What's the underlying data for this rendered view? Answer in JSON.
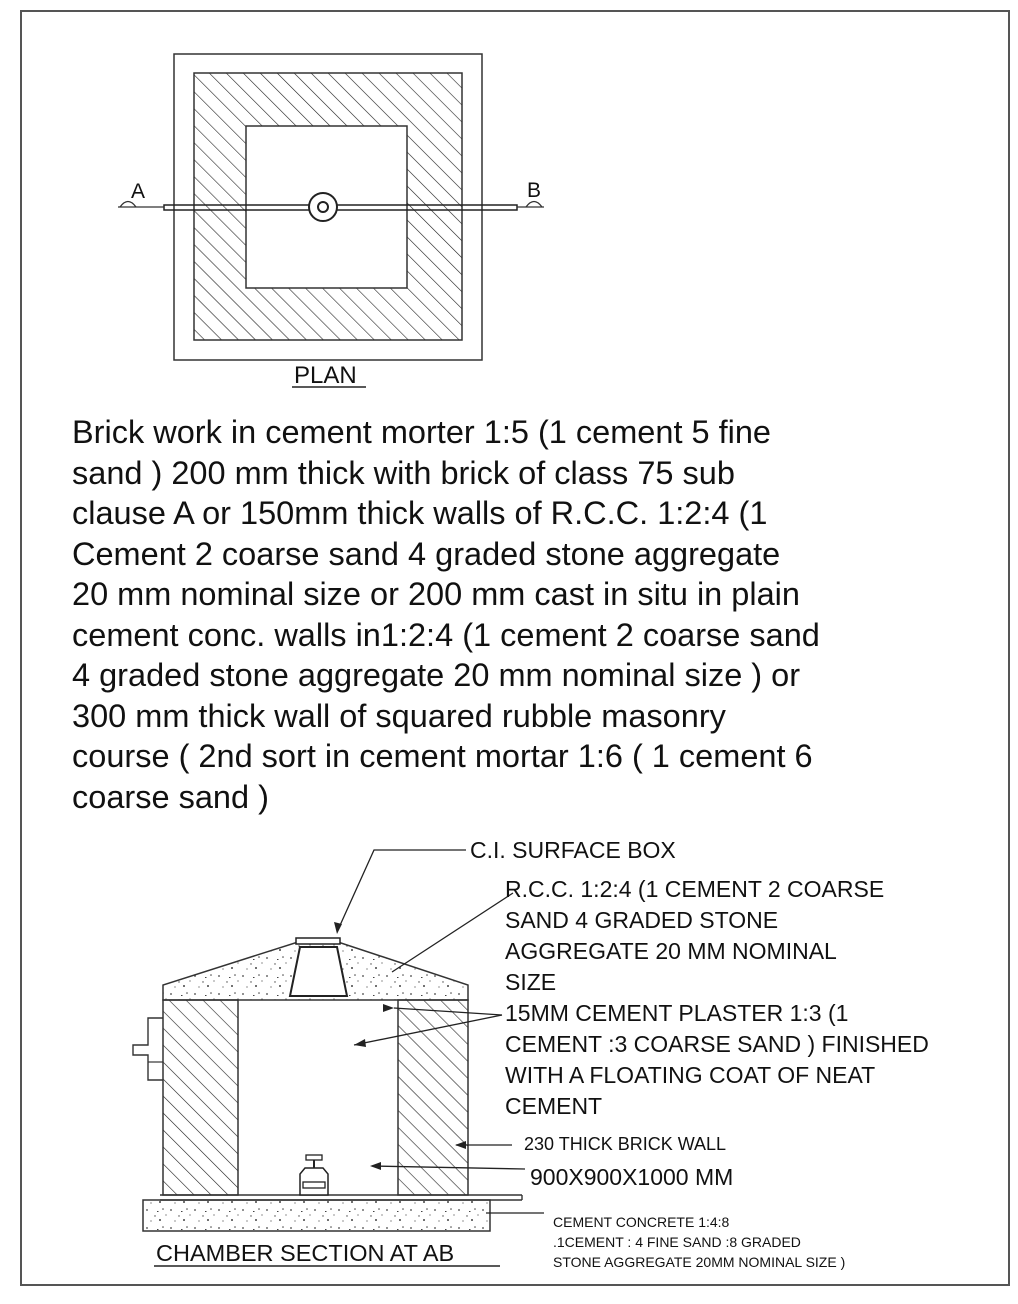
{
  "plan": {
    "title": "PLAN",
    "section_a": "A",
    "section_b": "B"
  },
  "description_lines": [
    "Brick work in cement morter 1:5 (1 cement 5 fine",
    "sand ) 200 mm thick with brick of class 75 sub",
    "clause A or 150mm thick walls of R.C.C. 1:2:4 (1",
    "Cement 2 coarse sand 4 graded stone aggregate",
    "20 mm nominal size or 200 mm cast in situ in plain",
    "cement conc. walls in1:2:4 (1 cement 2 coarse sand",
    "4 graded stone aggregate 20 mm nominal size ) or",
    "300 mm thick wall of squared rubble masonry",
    "course ( 2nd sort in cement mortar 1:6 ( 1 cement 6",
    "coarse sand )"
  ],
  "section": {
    "title": "CHAMBER SECTION AT AB",
    "labels": {
      "surface_box": "C.I. SURFACE BOX",
      "rcc_cover": [
        "R.C.C. 1:2:4 (1 CEMENT 2 COARSE",
        "SAND 4 GRADED STONE",
        "AGGREGATE 20 MM NOMINAL",
        "SIZE"
      ],
      "plaster": [
        "15MM CEMENT PLASTER 1:3 (1",
        "CEMENT :3 COARSE SAND ) FINISHED",
        "WITH A FLOATING COAT OF NEAT",
        "CEMENT"
      ],
      "brick_wall": "230 THICK BRICK WALL",
      "chamber_size": "900X900X1000 MM",
      "base_concrete": [
        "CEMENT CONCRETE 1:4:8",
        ".1CEMENT : 4 FINE SAND :8 GRADED",
        "STONE AGGREGATE 20MM NOMINAL SIZE )"
      ]
    }
  }
}
